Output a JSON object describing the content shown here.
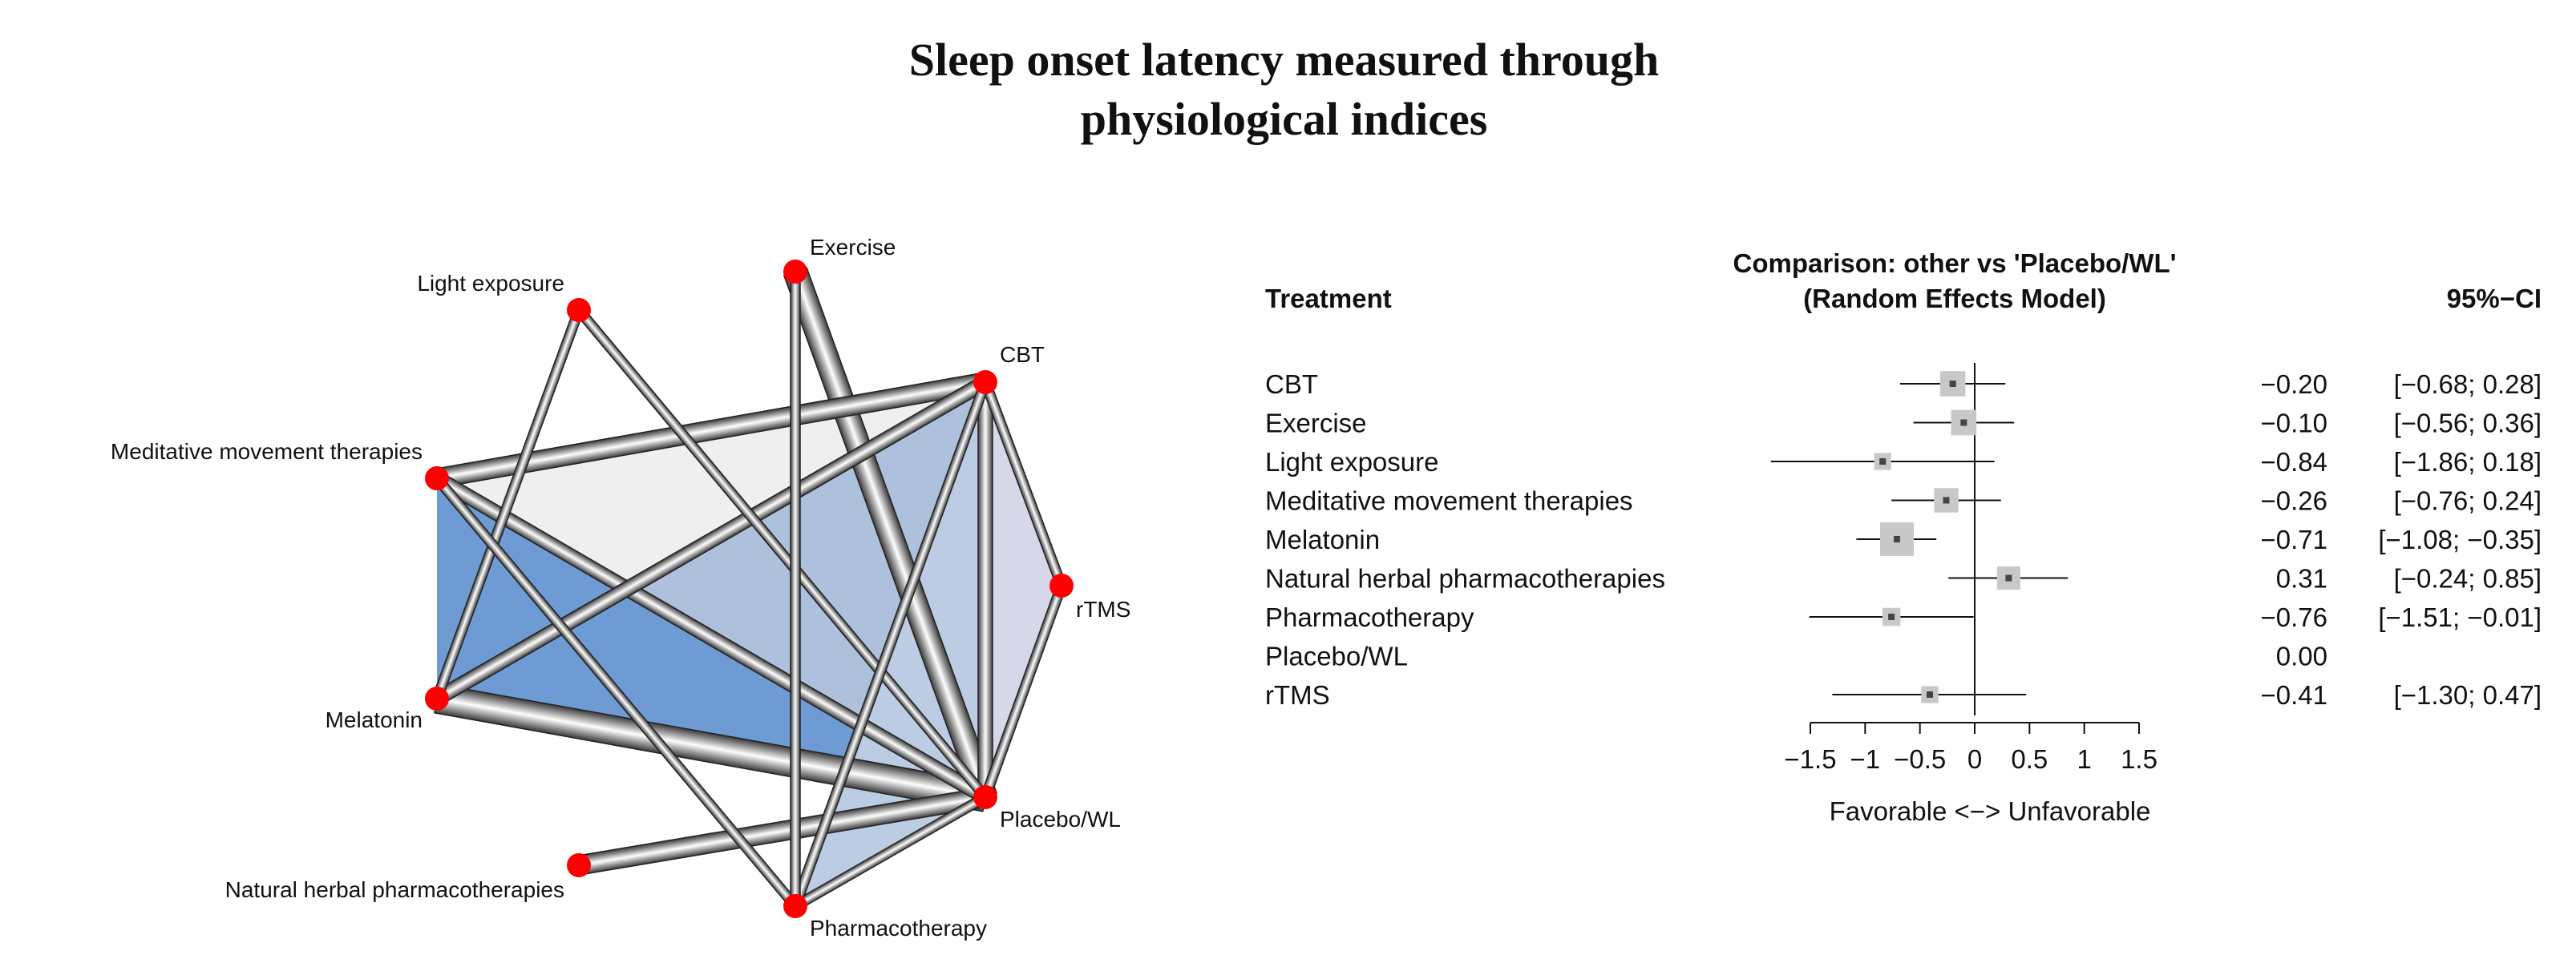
{
  "title_line1": "Sleep onset latency measured through",
  "title_line2": "physiological indices",
  "chart_data": [
    {
      "type": "network",
      "nodes": [
        {
          "id": "Exercise",
          "label": "Exercise"
        },
        {
          "id": "Light exposure",
          "label": "Light exposure"
        },
        {
          "id": "CBT",
          "label": "CBT"
        },
        {
          "id": "Meditative movement therapies",
          "label": "Meditative movement therapies"
        },
        {
          "id": "rTMS",
          "label": "rTMS"
        },
        {
          "id": "Melatonin",
          "label": "Melatonin"
        },
        {
          "id": "Placebo/WL",
          "label": "Placebo/WL"
        },
        {
          "id": "Natural herbal pharmacotherapies",
          "label": "Natural herbal pharmacotherapies"
        },
        {
          "id": "Pharmacotherapy",
          "label": "Pharmacotherapy"
        }
      ],
      "edges": [
        {
          "from": "Exercise",
          "to": "Placebo/WL",
          "weight": 4
        },
        {
          "from": "Melatonin",
          "to": "Placebo/WL",
          "weight": 5
        },
        {
          "from": "Meditative movement therapies",
          "to": "CBT",
          "weight": 3
        },
        {
          "from": "Natural herbal pharmacotherapies",
          "to": "Placebo/WL",
          "weight": 3
        },
        {
          "from": "Meditative movement therapies",
          "to": "Placebo/WL",
          "weight": 2
        },
        {
          "from": "CBT",
          "to": "Placebo/WL",
          "weight": 2
        },
        {
          "from": "Melatonin",
          "to": "CBT",
          "weight": 2
        },
        {
          "from": "Light exposure",
          "to": "Placebo/WL",
          "weight": 1
        },
        {
          "from": "Light exposure",
          "to": "Melatonin",
          "weight": 1
        },
        {
          "from": "CBT",
          "to": "rTMS",
          "weight": 1
        },
        {
          "from": "rTMS",
          "to": "Placebo/WL",
          "weight": 1
        },
        {
          "from": "Meditative movement therapies",
          "to": "Pharmacotherapy",
          "weight": 1
        },
        {
          "from": "Pharmacotherapy",
          "to": "Placebo/WL",
          "weight": 1
        },
        {
          "from": "CBT",
          "to": "Pharmacotherapy",
          "weight": 1
        },
        {
          "from": "Exercise",
          "to": "Pharmacotherapy",
          "weight": 1
        }
      ],
      "multiarm_loops": [
        {
          "nodes": [
            "Meditative movement therapies",
            "CBT",
            "Placebo/WL"
          ],
          "color": "#efefef"
        },
        {
          "nodes": [
            "Melatonin",
            "CBT",
            "Placebo/WL"
          ],
          "color": "#adc0dc"
        },
        {
          "nodes": [
            "Melatonin",
            "Meditative movement therapies",
            "Placebo/WL"
          ],
          "color": "#6e9bd3"
        },
        {
          "nodes": [
            "CBT",
            "rTMS",
            "Placebo/WL"
          ],
          "color": "#d6d8ea"
        },
        {
          "nodes": [
            "CBT",
            "Pharmacotherapy",
            "Placebo/WL"
          ],
          "color": "#bccce2"
        }
      ],
      "node_color": "#ff0000"
    },
    {
      "type": "forest",
      "comparison_title_line1": "Comparison: other vs 'Placebo/WL'",
      "comparison_title_line2": "(Random Effects Model)",
      "col_treatment": "Treatment",
      "col_ci": "95%−CI",
      "rows": [
        {
          "treatment": "CBT",
          "est_label": "−0.20",
          "ci_label": "[−0.68;  0.28]",
          "est": -0.2,
          "lo": -0.68,
          "hi": 0.28,
          "weight": 0.6
        },
        {
          "treatment": "Exercise",
          "est_label": "−0.10",
          "ci_label": "[−0.56;  0.36]",
          "est": -0.1,
          "lo": -0.56,
          "hi": 0.36,
          "weight": 0.6
        },
        {
          "treatment": "Light exposure",
          "est_label": "−0.84",
          "ci_label": "[−1.86;  0.18]",
          "est": -0.84,
          "lo": -1.86,
          "hi": 0.18,
          "weight": 0.2
        },
        {
          "treatment": "Meditative movement therapies",
          "est_label": "−0.26",
          "ci_label": "[−0.76;  0.24]",
          "est": -0.26,
          "lo": -0.76,
          "hi": 0.24,
          "weight": 0.55
        },
        {
          "treatment": "Melatonin",
          "est_label": "−0.71",
          "ci_label": "[−1.08; −0.35]",
          "est": -0.71,
          "lo": -1.08,
          "hi": -0.35,
          "weight": 1.0
        },
        {
          "treatment": "Natural herbal pharmacotherapies",
          "est_label": "0.31",
          "ci_label": "[−0.24;  0.85]",
          "est": 0.31,
          "lo": -0.24,
          "hi": 0.85,
          "weight": 0.5
        },
        {
          "treatment": "Pharmacotherapy",
          "est_label": "−0.76",
          "ci_label": "[−1.51; −0.01]",
          "est": -0.76,
          "lo": -1.51,
          "hi": -0.01,
          "weight": 0.25
        },
        {
          "treatment": "Placebo/WL",
          "est_label": "0.00",
          "ci_label": "",
          "est": null,
          "lo": null,
          "hi": null,
          "weight": 0
        },
        {
          "treatment": "rTMS",
          "est_label": "−0.41",
          "ci_label": "[−1.30;  0.47]",
          "est": -0.41,
          "lo": -1.3,
          "hi": 0.47,
          "weight": 0.2
        }
      ],
      "x_ticks": [
        -1.5,
        -1,
        -0.5,
        0,
        0.5,
        1,
        1.5
      ],
      "x_tick_labels": [
        "−1.5",
        "−1",
        "−0.5",
        "0",
        "0.5",
        "1",
        "1.5"
      ],
      "xlim": [
        -1.5,
        1.5
      ],
      "xlabel": "Favorable <−> Unfavorable",
      "box_color": "#c8c8c8"
    }
  ]
}
